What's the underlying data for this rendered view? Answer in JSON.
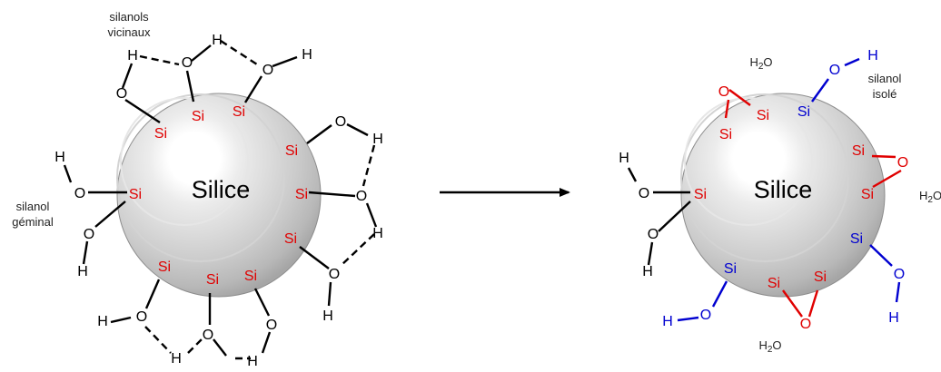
{
  "left": {
    "sphere_label": "Silice",
    "labels": {
      "vicinal_line1": "silanols",
      "vicinal_line2": "vicinaux",
      "geminal_line1": "silanol",
      "geminal_line2": "géminal"
    }
  },
  "right": {
    "sphere_label": "Silice",
    "labels": {
      "isolated_line1": "silanol",
      "isolated_line2": "isolé"
    },
    "water": {
      "main": "H",
      "sub": "2",
      "tail": "O"
    }
  },
  "atoms": {
    "si": "Si",
    "o": "O",
    "h": "H"
  },
  "colors": {
    "si_default": "#e00000",
    "si_isolated": "#0000d0",
    "siloxane": "#e00000",
    "isolated_silanol": "#0000d0",
    "sphere_light": "#ffffff",
    "sphere_dark": "#9a9a9a"
  }
}
